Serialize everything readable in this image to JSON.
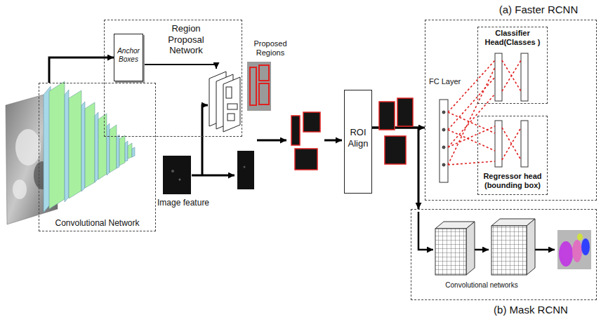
{
  "diagram": {
    "nodes": [
      {
        "text": [
          "Region Proposal Network"
        ]
      },
      {
        "text": [
          "Anchor Boxes"
        ],
        "in": 0
      },
      {
        "text": [
          "Convolutional Network"
        ]
      },
      {
        "text": [
          "ROI Align"
        ]
      },
      {
        "text": [
          "(a) Faster RCNN"
        ]
      },
      {
        "text": [
          "Classifier Head(Classes )"
        ],
        "in": 4
      },
      {
        "text": [
          "Regressor head (bounding box)"
        ],
        "in": 4
      },
      {
        "text": [
          "(b) Mask RCNN",
          "Convolutional networks"
        ]
      }
    ],
    "edges": [
      {
        "from": 2,
        "to": 1,
        "arrow": "to"
      },
      {
        "from": 3,
        "to": 4,
        "arrow": "to"
      },
      {
        "from": 3,
        "to": 7,
        "arrow": "to"
      }
    ],
    "labels": [
      "Proposed Regions",
      "Image feature",
      "FC Layer"
    ]
  }
}
